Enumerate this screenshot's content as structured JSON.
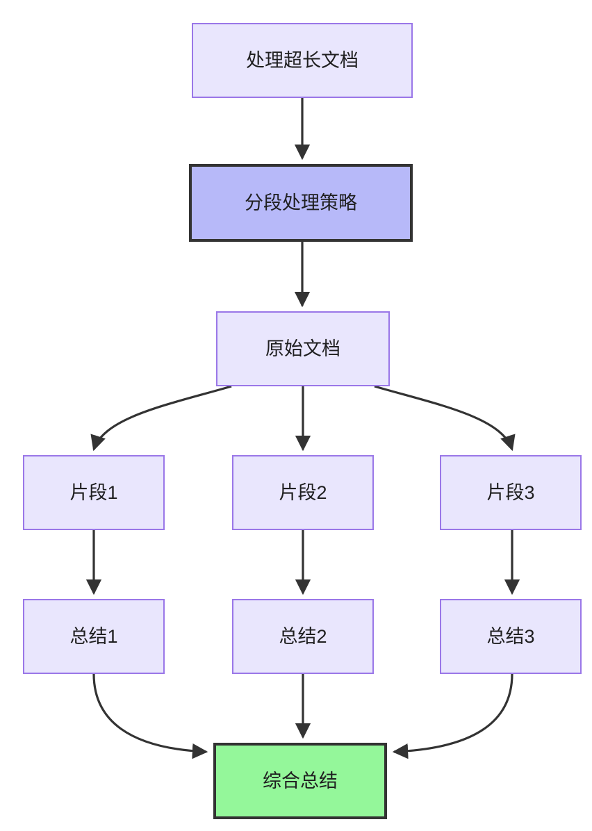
{
  "diagram": {
    "type": "flowchart",
    "direction": "top-to-bottom",
    "title_text": "",
    "colors": {
      "node_fill": "#e9e6fd",
      "node_border": "#9a77e8",
      "highlight_fill": "#b7b9f9",
      "highlight_border": "#333333",
      "final_fill": "#94f79a",
      "final_border": "#333333",
      "edge_stroke": "#333333",
      "text": "#1f1f20",
      "background": "#ffffff"
    },
    "nodes": [
      {
        "id": "longdoc",
        "label": "处理超长文档",
        "style": "normal"
      },
      {
        "id": "strategy",
        "label": "分段处理策略",
        "style": "highlight"
      },
      {
        "id": "source",
        "label": "原始文档",
        "style": "normal"
      },
      {
        "id": "chunk1",
        "label": "片段1",
        "style": "normal"
      },
      {
        "id": "chunk2",
        "label": "片段2",
        "style": "normal"
      },
      {
        "id": "chunk3",
        "label": "片段3",
        "style": "normal"
      },
      {
        "id": "summary1",
        "label": "总结1",
        "style": "normal"
      },
      {
        "id": "summary2",
        "label": "总结2",
        "style": "normal"
      },
      {
        "id": "summary3",
        "label": "总结3",
        "style": "normal"
      },
      {
        "id": "final",
        "label": "综合总结",
        "style": "final"
      }
    ],
    "edges": [
      {
        "from": "longdoc",
        "to": "strategy",
        "shape": "straight",
        "arrow": "triangle"
      },
      {
        "from": "strategy",
        "to": "source",
        "shape": "straight",
        "arrow": "triangle"
      },
      {
        "from": "source",
        "to": "chunk1",
        "shape": "curve",
        "arrow": "triangle"
      },
      {
        "from": "source",
        "to": "chunk2",
        "shape": "straight",
        "arrow": "triangle"
      },
      {
        "from": "source",
        "to": "chunk3",
        "shape": "curve",
        "arrow": "triangle"
      },
      {
        "from": "chunk1",
        "to": "summary1",
        "shape": "straight",
        "arrow": "triangle"
      },
      {
        "from": "chunk2",
        "to": "summary2",
        "shape": "straight",
        "arrow": "triangle"
      },
      {
        "from": "chunk3",
        "to": "summary3",
        "shape": "straight",
        "arrow": "triangle"
      },
      {
        "from": "summary1",
        "to": "final",
        "shape": "curve",
        "arrow": "triangle"
      },
      {
        "from": "summary2",
        "to": "final",
        "shape": "straight",
        "arrow": "triangle"
      },
      {
        "from": "summary3",
        "to": "final",
        "shape": "curve",
        "arrow": "triangle"
      }
    ]
  }
}
